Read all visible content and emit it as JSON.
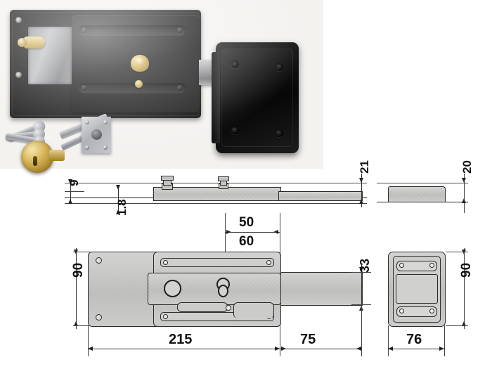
{
  "product": {
    "name": "rim lock with keeper and cylinder",
    "photo_items": [
      {
        "name": "lock-body",
        "color": "#101010"
      },
      {
        "name": "keeper-strike-box",
        "color": "#101010"
      },
      {
        "name": "steel-bolt",
        "color": "#9a9c9f"
      },
      {
        "name": "brass-cylinder",
        "color": "#d6b254"
      },
      {
        "name": "keys",
        "color": "#b4b7bb"
      },
      {
        "name": "mounting-plate",
        "color": "#b6b9bd"
      }
    ]
  },
  "drawing": {
    "title": "",
    "units": "mm",
    "views": [
      {
        "name": "lock-side-view",
        "label": "side profile"
      },
      {
        "name": "lock-front-view",
        "label": "front view"
      },
      {
        "name": "keeper-side-view",
        "label": "keeper side"
      },
      {
        "name": "keeper-front-view",
        "label": "keeper front"
      }
    ],
    "dimensions": {
      "backset_9": "9",
      "plate_thickness_1_8": "1.8",
      "body_height_21": "21",
      "keeper_height_20": "20",
      "face_height_90": "90",
      "keeper_face_height_90": "90",
      "bolt_height_33": "33",
      "cylinder_center_50": "50",
      "case_width_60": "60",
      "body_length_215": "215",
      "bolt_throw_75": "75",
      "keeper_width_76": "76"
    }
  }
}
